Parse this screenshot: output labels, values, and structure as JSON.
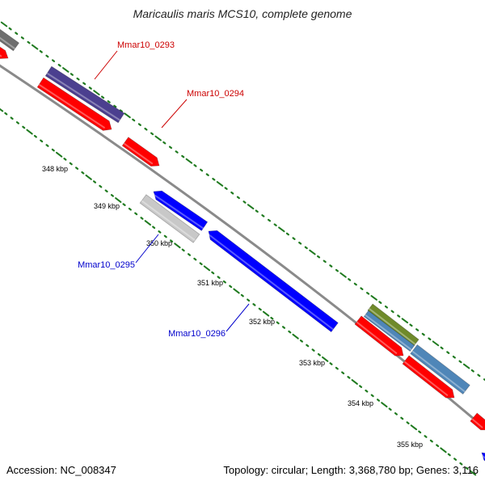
{
  "header": {
    "title": "Maricaulis maris MCS10, complete genome"
  },
  "footer": {
    "accession": "Accession: NC_008347",
    "topology": "Topology: circular; Length: 3,368,780 bp; Genes: 3,116"
  },
  "colors": {
    "backbone": "#8a8a8a",
    "tick": "#1f7a1f",
    "forward_label": "#cc0000",
    "reverse_label": "#0000cc",
    "red_feature": "#ff0000",
    "blue_feature": "#0000ff",
    "purple_feature": "#4b3f8f",
    "gray_feature": "#c8c8c8",
    "darkgray_feature": "#6e6e6e",
    "steel_feature": "#4f86b8",
    "olive_feature": "#6f8a2a"
  },
  "scale_labels": [
    "348 kbp",
    "349 kbp",
    "350 kbp",
    "351 kbp",
    "352 kbp",
    "353 kbp",
    "354 kbp",
    "355 kbp"
  ],
  "gene_labels": [
    {
      "id": "g293",
      "text": "Mmar10_0293",
      "strand": "forward"
    },
    {
      "id": "g294",
      "text": "Mmar10_0294",
      "strand": "forward"
    },
    {
      "id": "g295",
      "text": "Mmar10_0295",
      "strand": "reverse"
    },
    {
      "id": "g296",
      "text": "Mmar10_0296",
      "strand": "reverse"
    }
  ]
}
